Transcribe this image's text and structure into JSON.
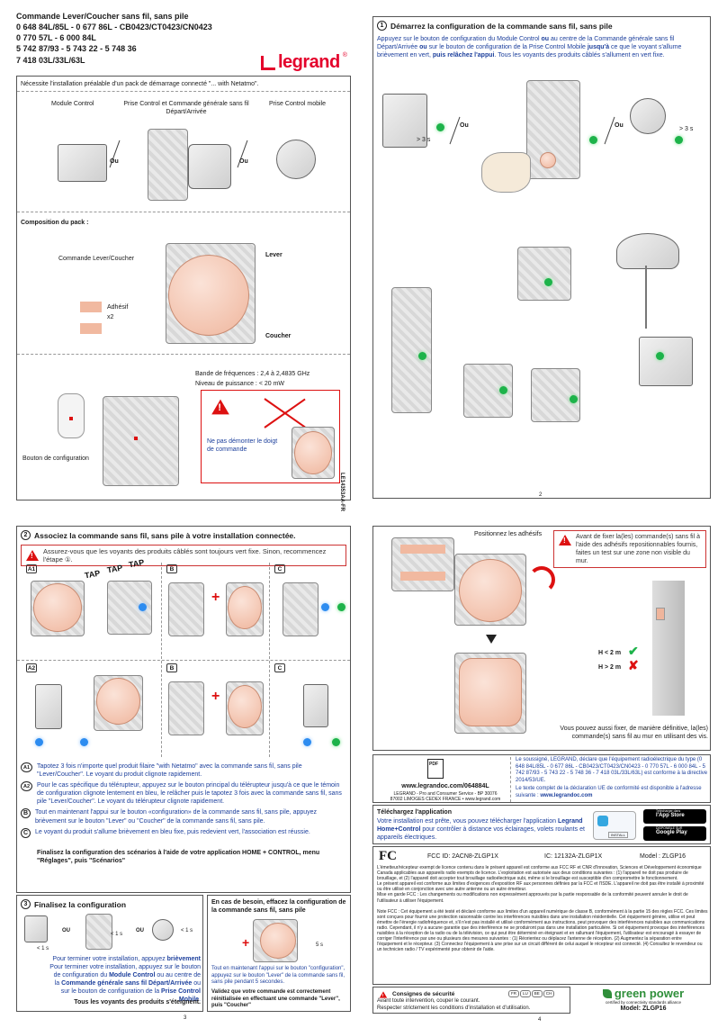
{
  "header": {
    "lines": [
      "Commande Lever/Coucher sans fil, sans pile",
      "0 648 84L/85L - 0 677 86L - CB0423/CT0423/CN0423",
      "0 770 57L - 6 000 84L",
      "5 742 87/93 - 5 743 22 - 5 748 36",
      "7 418 03L/33L/63L"
    ],
    "brand": "legrand",
    "brand_mark": "®"
  },
  "p1": {
    "prereq": "Nécessite l'installation préalable d'un pack de démarrage connecté \"... with Netatmo\".",
    "col1": "Module Control",
    "col2": "Prise Control et Commande générale sans fil Départ/Arrivée",
    "col3": "Prise Control mobile",
    "ou": "Ou",
    "pack_title": "Composition du pack :",
    "pack_item": "Commande Lever/Coucher",
    "lever": "Lever",
    "coucher": "Coucher",
    "adhesif": "Adhésif",
    "x2": "x2",
    "freq": "Bande de fréquences : 2,4 à 2,4835 GHz",
    "power": "Niveau de puissance : < 20 mW",
    "config_btn": "Bouton de configuration",
    "warn": "Ne pas démonter le doigt de commande",
    "code": "LE14353AA-FR"
  },
  "s1": {
    "num": "1",
    "title": "Démarrez la configuration de la commande sans fil, sans pile",
    "body_a": "Appuyez sur le bouton de configuration du Module Control ",
    "body_ou1": "ou",
    "body_b": " au centre de la Commande générale sans fil Départ/Arrivée ",
    "body_ou2": "ou",
    "body_c": " sur le bouton de configuration de la Prise Control Mobile ",
    "body_jusqu": "jusqu'à",
    "body_d": " ce que le voyant s'allume brièvement en vert, ",
    "body_puis": "puis relâchez l'appui",
    "body_e": ". Tous les voyants des produits câblés s'allument en vert fixe.",
    "t1": "> 3 s",
    "t2": "> 3 s",
    "ou": "Ou",
    "page": "2"
  },
  "s2": {
    "num": "2",
    "title": "Associez la commande sans fil, sans pile à votre installation connectée.",
    "warn": "Assurez-vous que les voyants des produits câblés sont toujours vert fixe. Sinon, recommencez l'étape ①.",
    "a1": "A1",
    "a2": "A2",
    "b": "B",
    "c": "C",
    "tap": "TAP",
    "steps": [
      {
        "badge": "A1",
        "text": "Tapotez 3 fois n'importe quel produit filaire \"with Netatmo\" avec la commande sans fil, sans pile \"Lever/Coucher\". Le voyant du produit clignote rapidement."
      },
      {
        "badge": "A2",
        "text": "Pour le cas spécifique du télérupteur, appuyez sur le bouton principal du télérupteur jusqu'à ce que le témoin de configuration clignote lentement en bleu, le relâcher puis le tapotez 3 fois avec la commande sans fil, sans pile \"Lever/Coucher\". Le voyant du télérupteur clignote rapidement."
      },
      {
        "badge": "B",
        "text": "Tout en maintenant l'appui sur le bouton «configuration» de la commande sans fil, sans pile, appuyez brièvement sur le bouton \"Lever\" ou \"Coucher\" de la commande sans fil, sans pile."
      },
      {
        "badge": "C",
        "text": "Le voyant du produit s'allume brièvement en bleu fixe, puis redevient vert, l'association est réussie."
      }
    ],
    "final": "Finalisez la configuration des scénarios à l'aide de votre application HOME + CONTROL, menu \"Réglages\", puis \"Scénarios\""
  },
  "s3": {
    "num": "3",
    "title": "Finalisez la configuration",
    "ou": "OU",
    "t1": "< 1 s",
    "t2": "< 1 s",
    "t3": "< 1 s",
    "body_a": "Pour terminer votre installation, appuyez ",
    "body_b": "brièvement",
    "body_c": " Pour terminer votre installation, appuyez sur le bouton de configuration du ",
    "body_d": "Module Control",
    "body_e": " ou au centre de la ",
    "body_f": "Commande générale sans fil Départ/Arrivée",
    "body_g": " ou sur le bouton de configuration de la ",
    "body_h": "Prise Control Mobile",
    "body_i": ".",
    "final": "Tous les voyants des produits s'éteignent.",
    "page": "3"
  },
  "reset": {
    "title": "En cas de besoin, effacez la configuration de la commande sans fil, sans pile",
    "t": "5 s",
    "body": "Tout en maintenant l'appui sur le bouton \"configuration\", appuyez sur le bouton \"Lever\" de la commande sans fil, sans pile pendant 5 secondes.",
    "bold": "Validez que votre commande est correctement réinitialisée en effectuant une commande \"Lever\", puis \"Coucher\""
  },
  "p4": {
    "adh": "Positionnez les adhésifs",
    "warn": "Avant de fixer la(les) commande(s) sans fil à l'aide des adhésifs repositionnables fournis, faites un test sur une zone non visible du mur.",
    "h1": "H < 2 m",
    "h2": "H > 2 m",
    "fix": "Vous pouvez aussi fixer, de manière définitive, la(les) commande(s) sans fil au mur en utilisant des vis.",
    "pdf": "PDF",
    "url": "www.legrandoc.com/064884L",
    "addr1": "LEGRAND - Pro and Consumer Service - BP 30076",
    "addr2": "87002 LIMOGES CEDEX FRANCE • www.legrand.com",
    "decl": "Le soussigné, LEGRAND, déclare que l'équipement radioélectrique du type (0 648 84L/85L - 0 677 86L - CB0423/CT0423/CN0423 - 0 770 57L - 6 000 84L - 5 742 87/93 - 5 743 22 - 5 748 36 - 7 418 03L/33L/63L) est conforme à la directive 2014/53/UE.",
    "decl2a": "Le texte complet de la déclaration UE de conformité est disponible à l'adresse suivante : ",
    "decl2b": "www.legrandoc.com",
    "app_title": "Téléchargez l'application",
    "app_a": "Votre installation est prête, vous pouvez télécharger l'application ",
    "app_b": "Legrand Home+Control",
    "app_c": " pour contrôler à distance vos éclairages, volets roulants et appareils électriques.",
    "appstore_small": "Télécharger dans",
    "appstore": "l'App Store",
    "gplay_small": "DISPONIBLE SUR",
    "gplay": "Google Play",
    "install": "INSTALL",
    "fc": "FC",
    "fcc": "FCC ID: 2ACN8-ZLGP1X",
    "ic": "IC: 12132A-ZLGP1X",
    "model": "Model : ZLGP16",
    "legal": "L'émetteur/récepteur exempt de licence contenu dans le présent appareil est conforme aux FCC RF et CNR d'Innovation, Sciences et Développement économique Canada applicables aux appareils radio exempts de licence. L'exploitation est autorisée aux deux conditions suivantes : (1) l'appareil ne doit pas produire de brouillage, et (2) l'appareil doit accepter tout brouillage radioélectrique subi, même si le brouillage est susceptible d'en compromettre le fonctionnement.\nLe présent appareil est conforme aux limites d'exigences d'exposition RF aux personnes définies par la FCC et l'ISDE. L'appareil ne doit pas être installé à proximité ou être utilisé en conjonction avec une autre antenne ou un autre émetteur.\nMise en garde FCC : Les changements ou modifications non expressément approuvés par la partie responsable de la conformité peuvent annuler le droit de l'utilisateur à utiliser l'équipement.\n\nNote FCC : Cet équipement a été testé et déclaré conforme aux limites d'un appareil numérique de classe B, conformément à la partie 15 des règles FCC. Ces limites sont conçues pour fournir une protection raisonnable contre les interférences nuisibles dans une installation résidentielle. Cet équipement génère, utilise et peut émettre de l'énergie radiofréquence et, s'il n'est pas installé et utilisé conformément aux instructions, peut provoquer des interférences nuisibles aux communications radio. Cependant, il n'y a aucune garantie que des interférence ne se produiront pas dans une installation particulière. Si cet équipement provoque des interférences nuisibles à la réception de la radio ou de la télévision, ce qui peut être déterminé en éteignant et en rallumant l'équipement, l'utilisateur est encouragé à essayer de corriger l'interférence par une ou plusieurs des mesures suivantes : (1) Réorientez ou déplacez l'antenne de réception. (2) Augmentez la séparation entre l'équipement et le récepteur. (3) Connectez l'équipement à une prise sur un circuit différent de celui auquel le récepteur est connecté. (4) Consultez le revendeur ou un technicien radio / TV expérimenté pour obtenir de l'aide.",
    "safety_title": "Consignes de sécurité",
    "safety1": "Avant toute intervention, couper le courant.",
    "safety2": "Respecter strictement les conditions d'installation et d'utilisation.",
    "countries": [
      "FR",
      "LU",
      "BE",
      "CH"
    ],
    "gp_brand": "green power",
    "gp_sub": "certified by connectivity standards alliance",
    "gp_model": "Model: ZLGP16",
    "page": "4"
  }
}
